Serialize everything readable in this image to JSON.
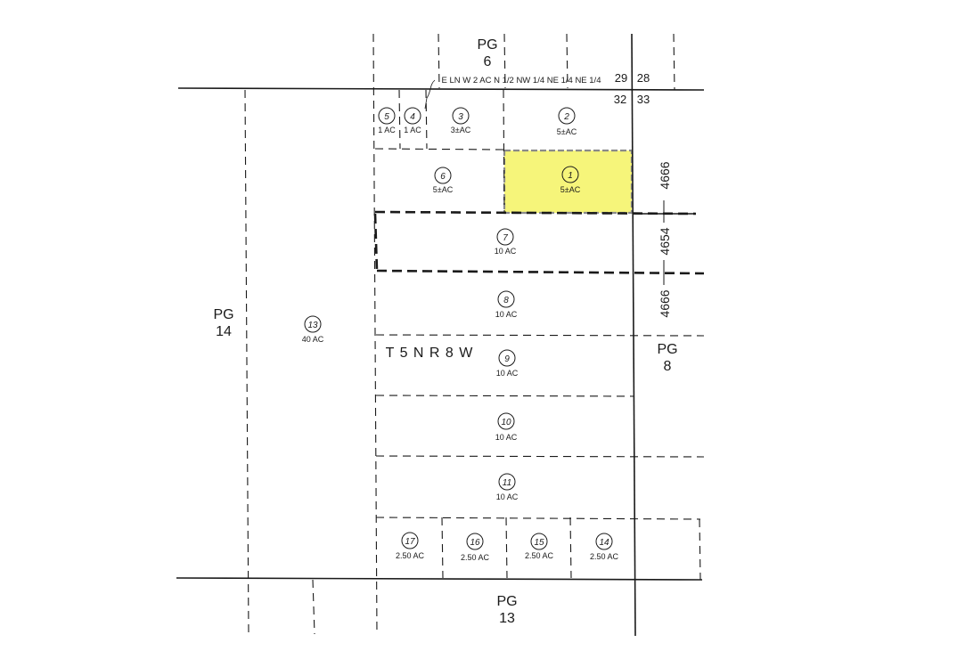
{
  "page_refs": {
    "top": [
      "PG",
      "6"
    ],
    "left": [
      "PG",
      "14"
    ],
    "right": [
      "PG",
      "8"
    ],
    "bottom": [
      "PG",
      "13"
    ]
  },
  "township": "T 5 N R 8 W",
  "legal_note": "E LN W 2 AC N 1/2 NW 1/4 NE 1/4 NE 1/4",
  "sections": {
    "nw": "29",
    "ne": "28",
    "sw": "32",
    "se": "33"
  },
  "dimensions": {
    "top": "4666",
    "middle": "4654",
    "bottom": "4666"
  },
  "highlight_color": "#f6f57a",
  "parcels": [
    {
      "id": "p5",
      "num": "5",
      "acres": "1 AC"
    },
    {
      "id": "p4",
      "num": "4",
      "acres": "1 AC"
    },
    {
      "id": "p3",
      "num": "3",
      "acres": "3±AC"
    },
    {
      "id": "p2",
      "num": "2",
      "acres": "5±AC"
    },
    {
      "id": "p6",
      "num": "6",
      "acres": "5±AC"
    },
    {
      "id": "p1",
      "num": "1",
      "acres": "5±AC",
      "highlighted": true
    },
    {
      "id": "p7",
      "num": "7",
      "acres": "10 AC"
    },
    {
      "id": "p8",
      "num": "8",
      "acres": "10 AC"
    },
    {
      "id": "p9",
      "num": "9",
      "acres": "10 AC"
    },
    {
      "id": "p10",
      "num": "10",
      "acres": "10 AC"
    },
    {
      "id": "p11",
      "num": "11",
      "acres": "10 AC"
    },
    {
      "id": "p13",
      "num": "13",
      "acres": "40 AC"
    },
    {
      "id": "p17",
      "num": "17",
      "acres": "2.50 AC"
    },
    {
      "id": "p16",
      "num": "16",
      "acres": "2.50 AC"
    },
    {
      "id": "p15",
      "num": "15",
      "acres": "2.50 AC"
    },
    {
      "id": "p14",
      "num": "14",
      "acres": "2.50 AC"
    }
  ]
}
